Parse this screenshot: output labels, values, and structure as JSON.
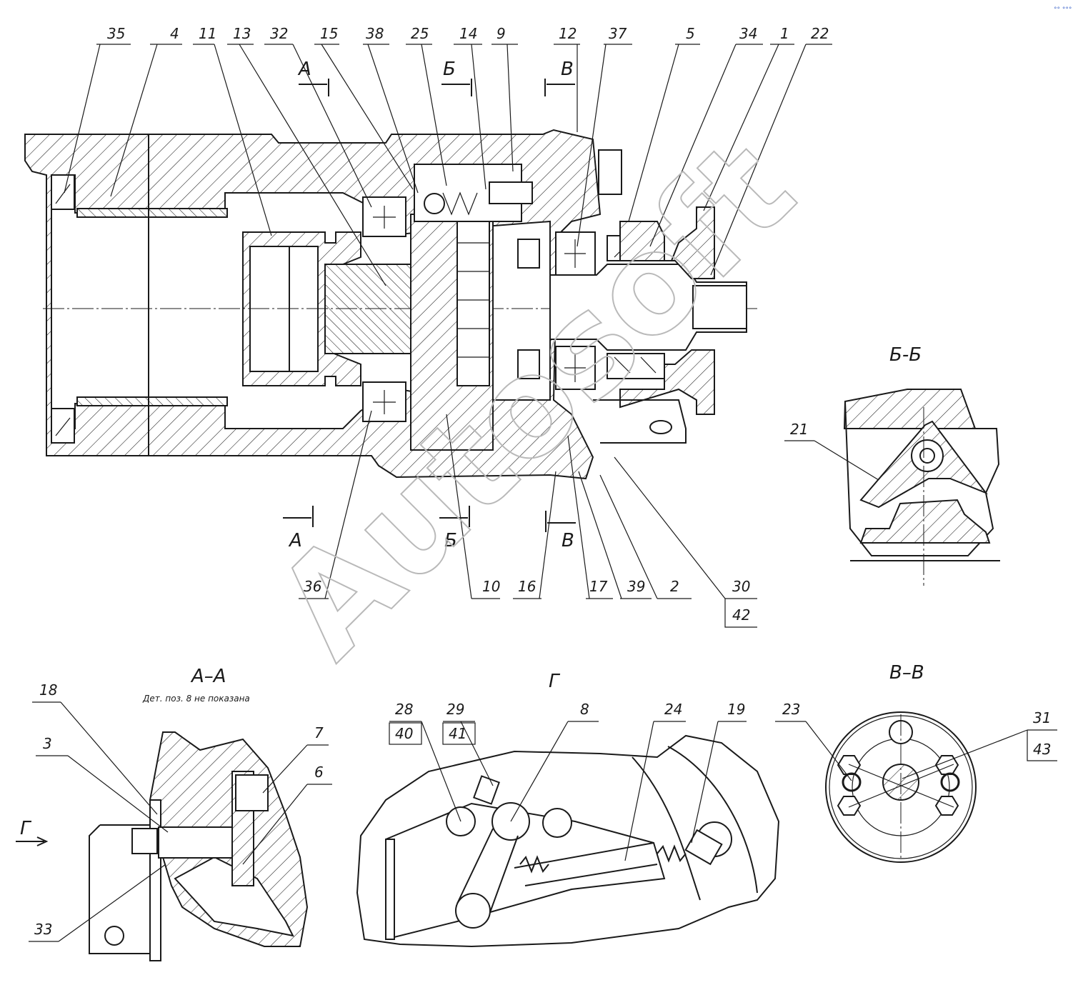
{
  "callouts_top": [
    "35",
    "4",
    "11",
    "13",
    "32",
    "15",
    "38",
    "25",
    "14",
    "9",
    "12",
    "37",
    "5",
    "34",
    "1",
    "22"
  ],
  "callouts_bottom": [
    "36",
    "10",
    "16",
    "17",
    "39",
    "2",
    "30",
    "42"
  ],
  "sections": {
    "a_marker": "А",
    "b_marker": "Б",
    "v_marker": "В",
    "bb_title": "Б-Б",
    "bb_callout": "21",
    "aa_title": "А–А",
    "aa_note": "Дет. поз. 8 не показана",
    "aa_callouts": [
      "18",
      "3",
      "7",
      "6",
      "33"
    ],
    "g_view_arrow": "Г",
    "g_title": "Г",
    "g_callouts": [
      "28",
      "40",
      "29",
      "41",
      "8",
      "24",
      "19"
    ],
    "vv_title": "В–В",
    "vv_callouts": [
      "23",
      "31",
      "43"
    ]
  },
  "watermark": "Autosoft",
  "corner_mark": "°° °°°"
}
